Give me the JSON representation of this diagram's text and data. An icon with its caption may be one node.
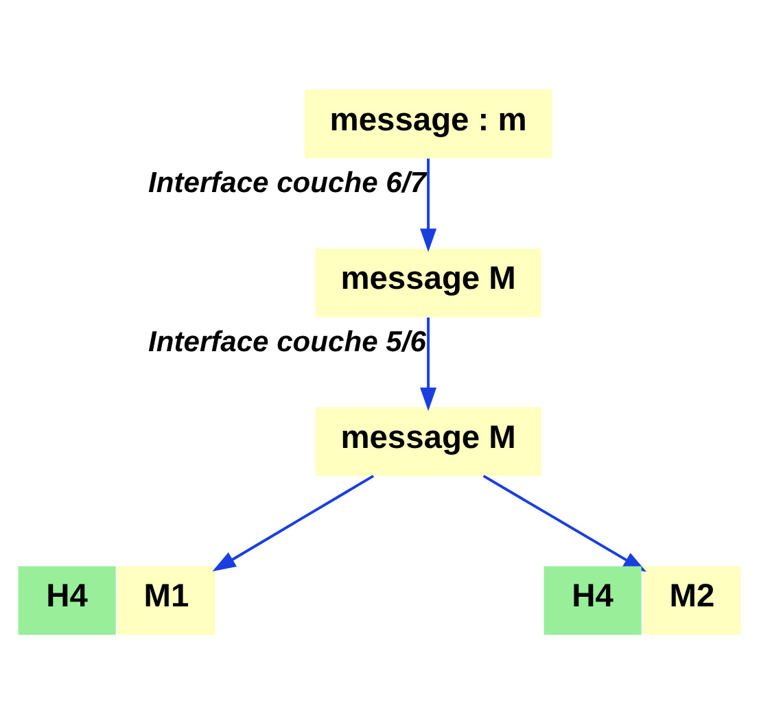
{
  "diagram": {
    "nodes": [
      {
        "text": [
          "message : m"
        ]
      },
      {
        "text": [
          "message M"
        ]
      },
      {
        "text": [
          "message M"
        ]
      },
      {
        "text": [
          "H4"
        ]
      },
      {
        "text": [
          "M1"
        ]
      },
      {
        "text": [
          "H4"
        ]
      },
      {
        "text": [
          "M2"
        ]
      }
    ],
    "edges": [
      {
        "from": 0,
        "to": 1,
        "arrow": "to",
        "label": "Interface couche 6/7"
      },
      {
        "from": 1,
        "to": 2,
        "arrow": "to",
        "label": "Interface couche 5/6"
      },
      {
        "from": 2,
        "to": 4,
        "arrow": "to"
      },
      {
        "from": 2,
        "to": 6,
        "arrow": "to"
      }
    ]
  }
}
